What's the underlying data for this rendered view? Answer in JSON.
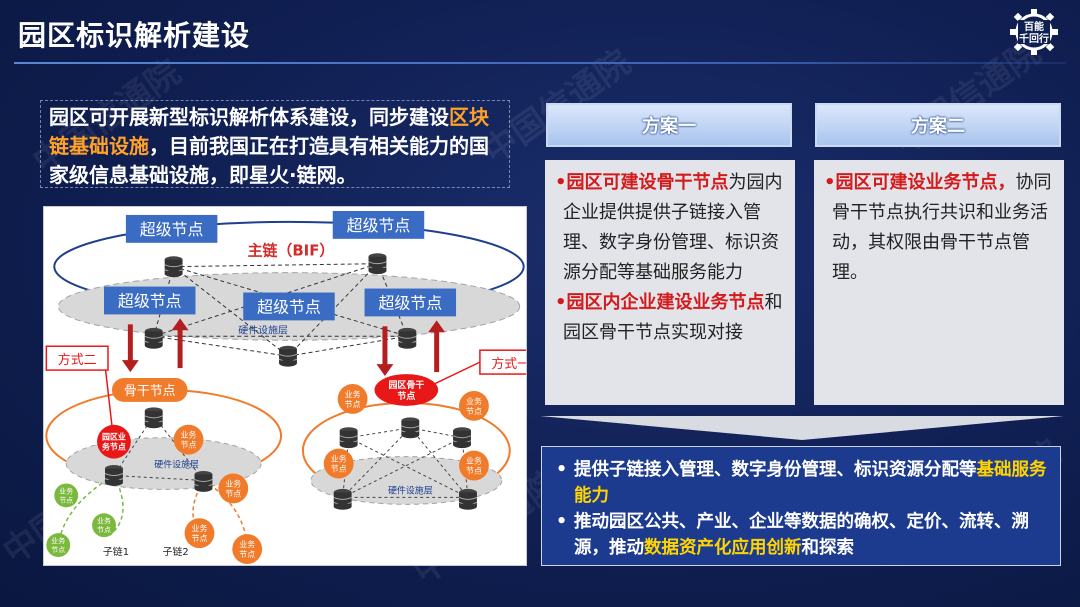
{
  "header": {
    "title": "园区标识解析建设",
    "logo_lines": [
      "百能",
      "千回行"
    ]
  },
  "watermark": "中国信通院",
  "intro": {
    "part1": "园区可开展新型标识解析体系建设，同步建设",
    "highlight": "区块链基础设施",
    "part2": "，目前我国正在打造具有相关能力的国家级信息基础设施，即星火·链网。"
  },
  "diagram": {
    "super_node": "超级节点",
    "main_chain": "主链（BIF）",
    "hardware_layer": "硬件设施层",
    "backbone_node": "骨干节点",
    "mode_two": "方式二",
    "mode_one": "方式一",
    "park_business_node_1": "园区业",
    "park_business_node_2": "务节点",
    "park_backbone_node_1": "园区骨干",
    "park_backbone_node_2": "节点",
    "business_1": "业务",
    "business_2": "节点",
    "subchain_1": "子链1",
    "subchain_2": "子链2"
  },
  "plans": [
    {
      "heading": "方案一",
      "items": [
        {
          "highlight": "园区可建设骨干节点",
          "rest": "为园内企业提供提供子链接入管理、数字身份管理、标识资源分配等基础服务能力"
        },
        {
          "highlight": "园区内企业建设业务节点",
          "rest": "和园区骨干节点实现对接"
        }
      ]
    },
    {
      "heading": "方案二",
      "items": [
        {
          "highlight": "园区可建设业务节点，",
          "rest": "协同骨干节点执行共识和业务活动，其权限由骨干节点管理。"
        }
      ]
    }
  ],
  "summary": {
    "item1_text": "提供子链接入管理、数字身份管理、标识资源分配等",
    "item1_highlight": "基础服务能力",
    "item2_text": "推动园区公共、产业、企业等数据的确权、定价、流转、溯源，推动",
    "item2_highlight": "数据资产化应用创新",
    "item2_tail": "和探索"
  },
  "colors": {
    "accent_red": "#d41b1b",
    "accent_orange": "#ffa028",
    "accent_yellow": "#ffd400",
    "navy": "#101f52"
  }
}
